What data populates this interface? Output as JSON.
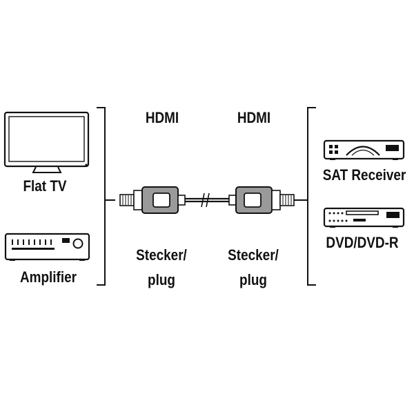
{
  "left_devices": [
    {
      "label": "Flat TV",
      "icon": "flat-tv-icon"
    },
    {
      "label": "Amplifier",
      "icon": "amplifier-icon"
    }
  ],
  "right_devices": [
    {
      "label": "SAT Receiver",
      "icon": "sat-receiver-icon"
    },
    {
      "label": "DVD/DVD-R",
      "icon": "dvd-recorder-icon"
    }
  ],
  "cable": {
    "left_connector": {
      "type": "HDMI",
      "line1": "Stecker/",
      "line2": "plug"
    },
    "right_connector": {
      "type": "HDMI",
      "line1": "Stecker/",
      "line2": "plug"
    },
    "icon": "hdmi-cable-icon"
  },
  "colors": {
    "ink": "#111111",
    "gray": "#9a9a9a",
    "background": "#ffffff"
  }
}
